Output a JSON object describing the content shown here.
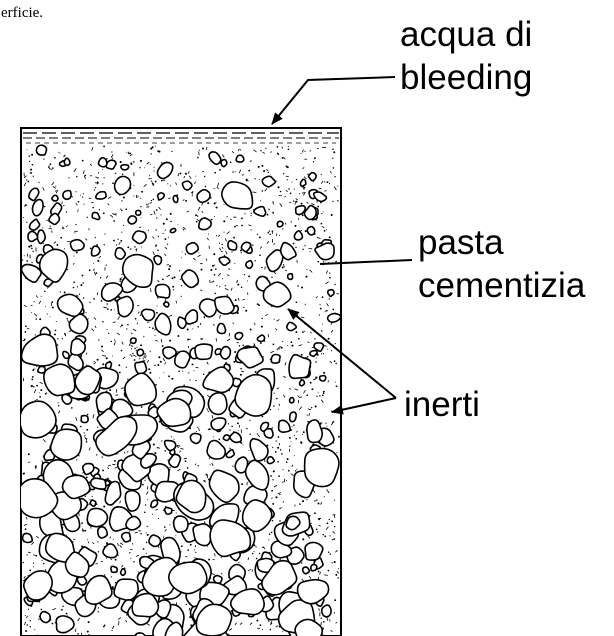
{
  "caption_fragment": "erficie.",
  "labels": {
    "bleeding_line1": "acqua di",
    "bleeding_line2": "bleeding",
    "paste_line1": "pasta",
    "paste_line2": "cementizia",
    "aggregates": "inerti"
  }
}
